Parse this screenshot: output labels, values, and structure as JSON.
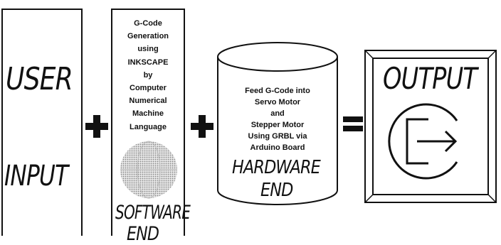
{
  "user_input": {
    "word1": "USER",
    "word2": "INPUT"
  },
  "software": {
    "lines": [
      "G-Code",
      "Generation",
      "using",
      "INKSCAPE",
      "by",
      "Computer",
      "Numerical",
      "Machine",
      "Language"
    ],
    "label1": "SOFTWARE",
    "label2": "END"
  },
  "hardware": {
    "lines": [
      "Feed G-Code into",
      "Servo Motor",
      "and",
      "Stepper Motor",
      "Using GRBL via",
      "Arduino Board"
    ],
    "label1": "HARDWARE",
    "label2": "END"
  },
  "output": {
    "label": "OUTPUT"
  },
  "operators": {
    "plus": "+",
    "equals": "="
  },
  "icons": [
    "globe-icon",
    "exit-icon"
  ]
}
